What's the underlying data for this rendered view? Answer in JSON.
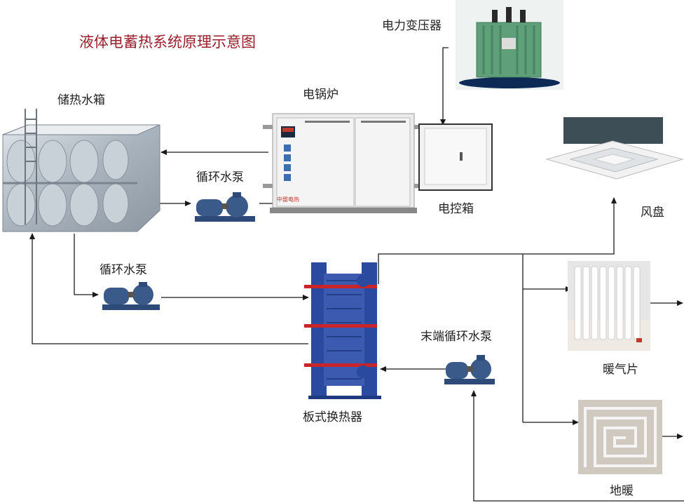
{
  "title": "液体电蓄热系统原理示意图",
  "labels": {
    "transformer": "电力变压器",
    "boiler": "电锅炉",
    "tank": "储热水箱",
    "pump_top": "循环水泵",
    "pump_mid": "循环水泵",
    "control_box": "电控箱",
    "fan_coil": "风盘",
    "radiator": "暖气片",
    "end_pump": "末端循环水泵",
    "heat_exchanger": "板式换热器",
    "floor_heating": "地暖",
    "boiler_brand": "中盟电热"
  },
  "colors": {
    "title": "#9a1e2a",
    "line": "#1a1a1a",
    "pump": "#3a5a8a",
    "exchanger": "#2a4aa0",
    "exchanger_bar": "#c8242a",
    "transformer": "#5fa07a",
    "tank": "#b9c3cc"
  }
}
